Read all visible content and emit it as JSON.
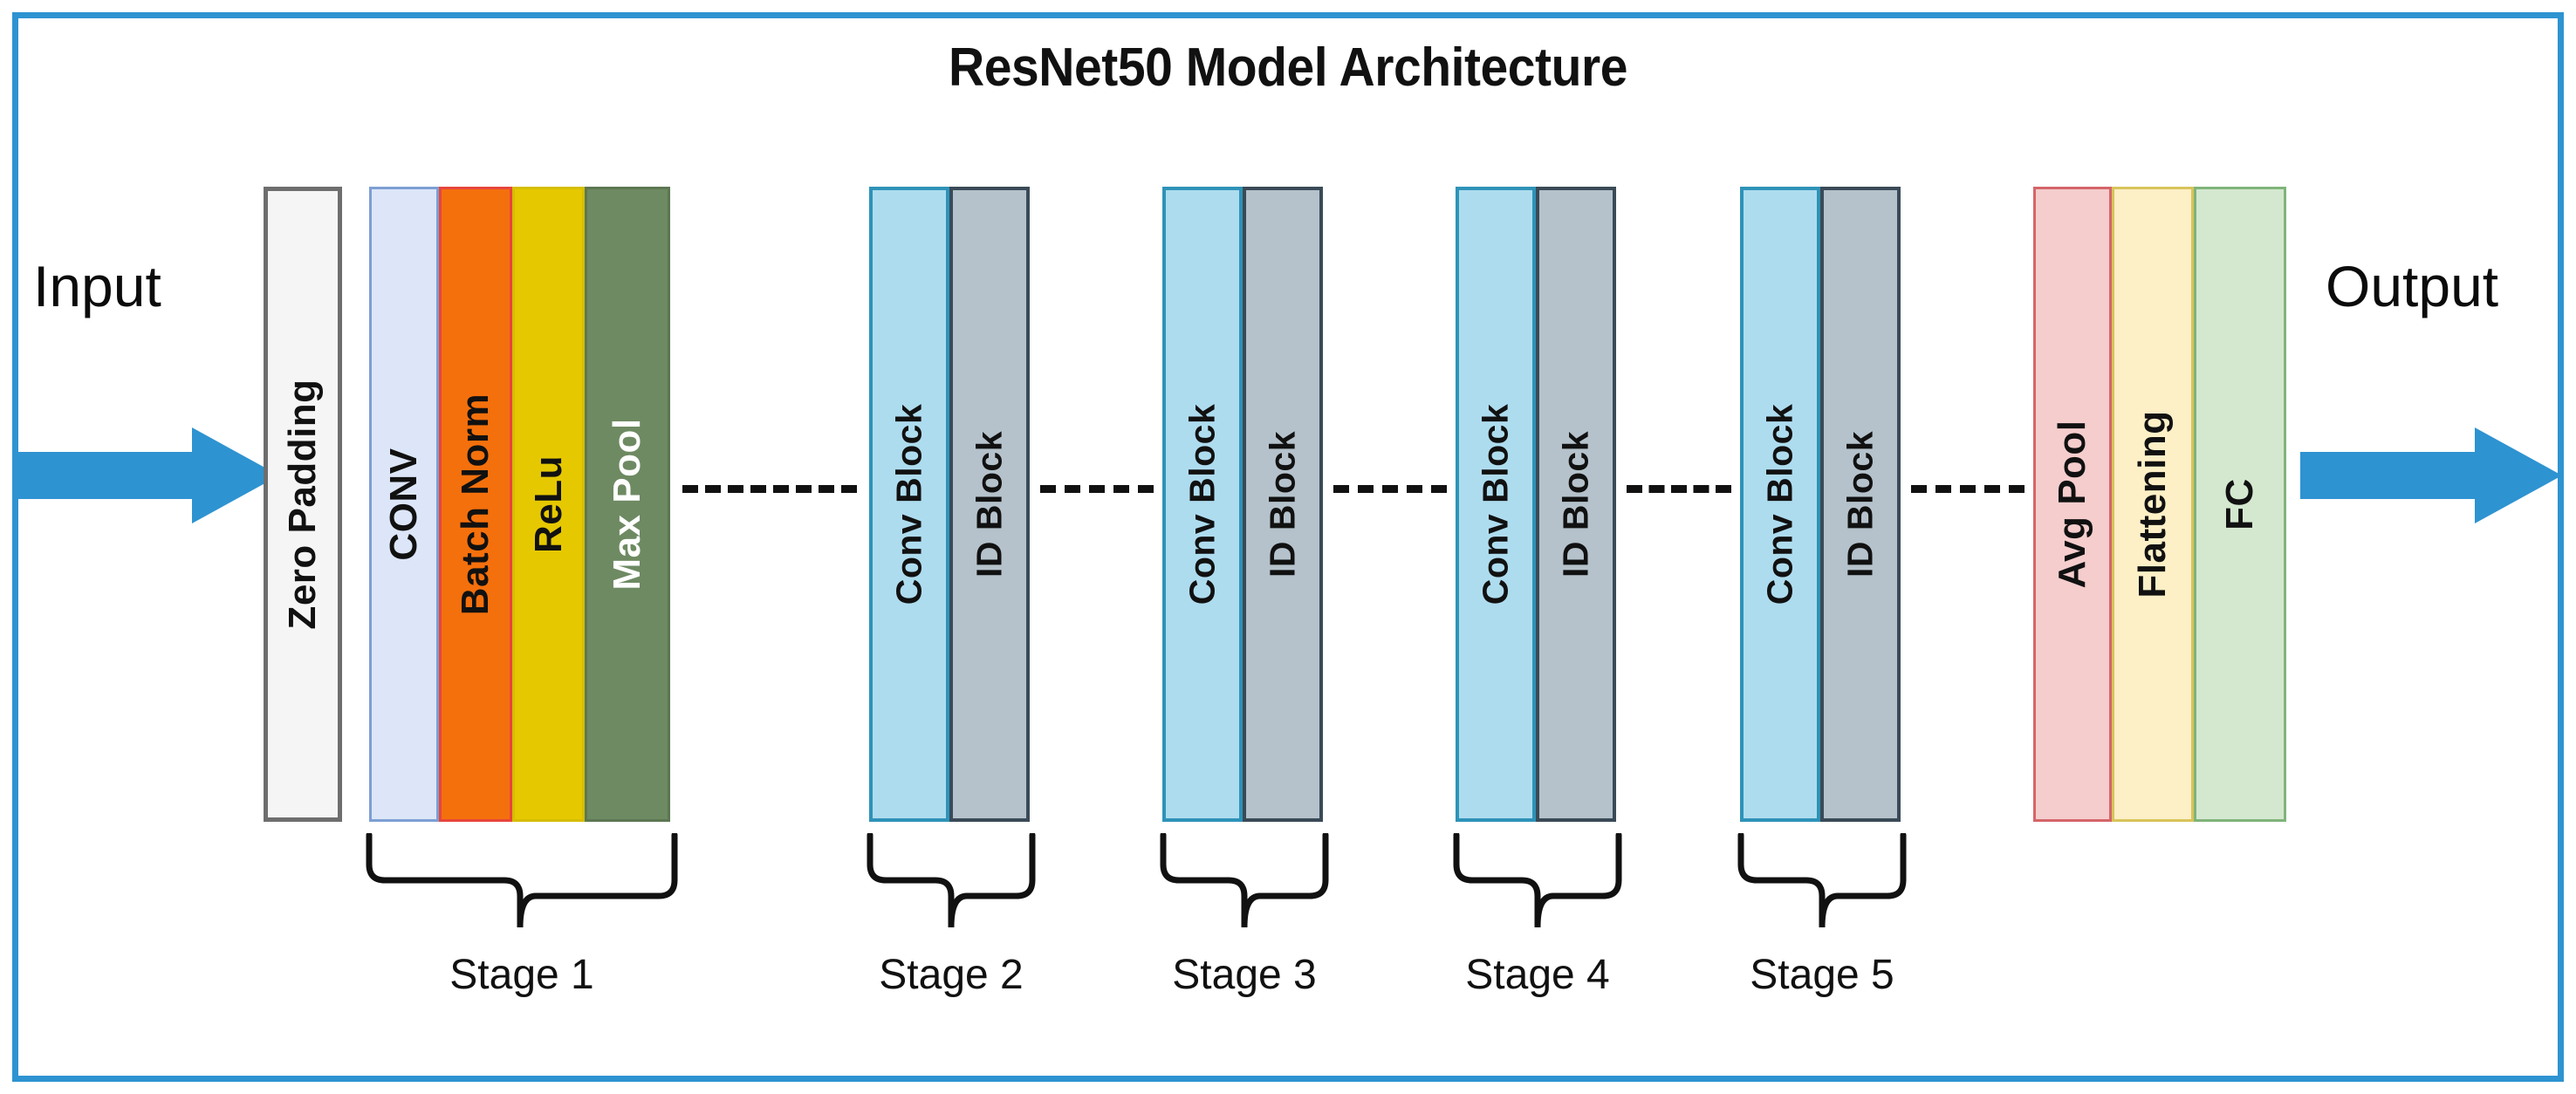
{
  "figure": {
    "title": "ResNet50 Model Architecture",
    "border_color": "#2E93D1",
    "background": "#ffffff"
  },
  "io": {
    "input_label": "Input",
    "output_label": "Output",
    "arrow_color": "#2E93D1"
  },
  "blocks": {
    "zero_padding": {
      "label": "Zero  Padding",
      "fill": "#F5F5F5",
      "border": "#6E6E6E",
      "text_color": "#111111"
    },
    "conv": {
      "label": "CONV",
      "fill": "#DCE6F8",
      "border": "#7D9FD3",
      "text_color": "#111111"
    },
    "batch_norm": {
      "label": "Batch Norm",
      "fill": "#F4700C",
      "border": "#E8453C",
      "text_color": "#111111"
    },
    "relu": {
      "label": "ReLu",
      "fill": "#E5C800",
      "border": "#D6BE00",
      "text_color": "#111111"
    },
    "max_pool": {
      "label": "Max Pool",
      "fill": "#6E8A62",
      "border": "#5C7752",
      "text_color": "#ffffff"
    },
    "conv_block": {
      "label": "Conv Block",
      "fill": "#AEDCEF",
      "border": "#2E93B8",
      "text_color": "#111111"
    },
    "id_block": {
      "label": "ID Block",
      "fill": "#B5C2CB",
      "border": "#3A4A57",
      "text_color": "#111111"
    },
    "avg_pool": {
      "label": "Avg Pool",
      "fill": "#F5CDCD",
      "border": "#D4656A",
      "text_color": "#111111"
    },
    "flattening": {
      "label": "Flattening",
      "fill": "#FDEFC6",
      "border": "#D8C45A",
      "text_color": "#111111"
    },
    "fc": {
      "label": "FC",
      "fill": "#D4E8D0",
      "border": "#7FB47A",
      "text_color": "#111111"
    }
  },
  "stages": [
    {
      "caption": "Stage 1",
      "members": [
        "CONV",
        "Batch Norm",
        "ReLu",
        "Max Pool"
      ]
    },
    {
      "caption": "Stage 2",
      "members": [
        "Conv Block",
        "ID Block"
      ]
    },
    {
      "caption": "Stage 3",
      "members": [
        "Conv Block",
        "ID Block"
      ]
    },
    {
      "caption": "Stage 4",
      "members": [
        "Conv Block",
        "ID Block"
      ]
    },
    {
      "caption": "Stage 5",
      "members": [
        "Conv Block",
        "ID Block"
      ]
    }
  ],
  "flow": {
    "order": [
      "Input",
      "Zero  Padding",
      "Stage 1",
      "Stage 2",
      "Stage 3",
      "Stage 4",
      "Stage 5",
      "Avg Pool",
      "Flattening",
      "FC",
      "Output"
    ],
    "connector_style": "dashed",
    "connector_color": "#111111"
  }
}
